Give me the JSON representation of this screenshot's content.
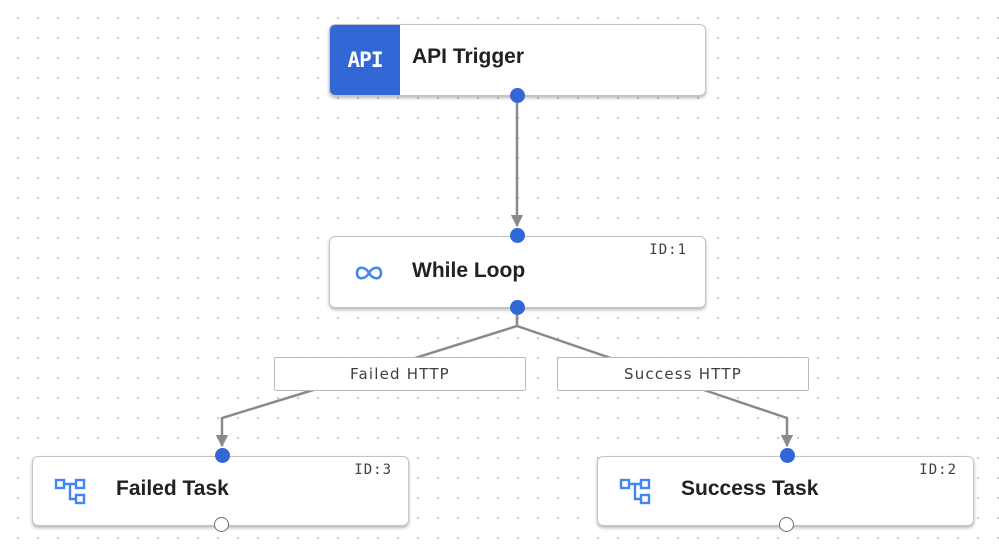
{
  "colors": {
    "accent": "#3367d6",
    "edge": "#8a8a8a",
    "node_border": "#c4c4c4",
    "icon": "#4285f4"
  },
  "nodes": {
    "api_trigger": {
      "badge": "API",
      "title": "API Trigger"
    },
    "while_loop": {
      "title": "While Loop",
      "id": "ID:1",
      "icon": "loop-icon"
    },
    "failed_task": {
      "title": "Failed Task",
      "id": "ID:3",
      "icon": "task-icon"
    },
    "success_task": {
      "title": "Success Task",
      "id": "ID:2",
      "icon": "task-icon"
    }
  },
  "edges": {
    "failed_label": "Failed HTTP",
    "success_label": "Success HTTP"
  }
}
